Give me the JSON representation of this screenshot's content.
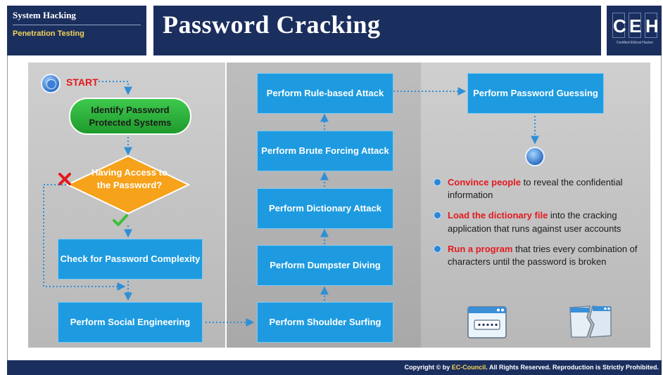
{
  "header": {
    "section": "System Hacking",
    "subsection": "Penetration Testing",
    "title": "Password Cracking",
    "logo_letters": [
      "C",
      "E",
      "H"
    ],
    "logo_sub": "Certified   Ethical   Hacker"
  },
  "flow": {
    "start_label": "START",
    "identify": "Identify Password Protected Systems",
    "decision": "Having Access to the Password?",
    "check": "Check for Password Complexity",
    "social": "Perform Social Engineering",
    "shoulder": "Perform Shoulder Surfing",
    "dumpster": "Perform Dumpster Diving",
    "dictionary": "Perform Dictionary Attack",
    "brute": "Perform Brute Forcing Attack",
    "rule": "Perform Rule-based Attack",
    "guessing": "Perform Password Guessing"
  },
  "bullets": [
    {
      "highlight": "Convince people",
      "text": " to reveal the confidential information"
    },
    {
      "highlight": "Load the dictionary file",
      "text": " into the cracking application that runs against user accounts"
    },
    {
      "highlight": "Run a program",
      "text": " that tries every combination of characters until the password is broken"
    }
  ],
  "footer": {
    "prefix": "Copyright © by ",
    "brand": "EC-Council",
    "suffix": ". All Rights Reserved. Reproduction is Strictly Prohibited."
  },
  "colors": {
    "navy": "#1b2f5e",
    "box_blue": "#1e9be0",
    "start_red": "#e3191f",
    "decision_orange": "#f6a21b",
    "identify_green": "#2bb53a",
    "subsection_yellow": "#f3d35b"
  },
  "icons": [
    "start-circle-icon",
    "cross-icon",
    "check-icon",
    "end-circle-icon",
    "password-window-icon",
    "broken-window-icon",
    "bullet-icon"
  ]
}
